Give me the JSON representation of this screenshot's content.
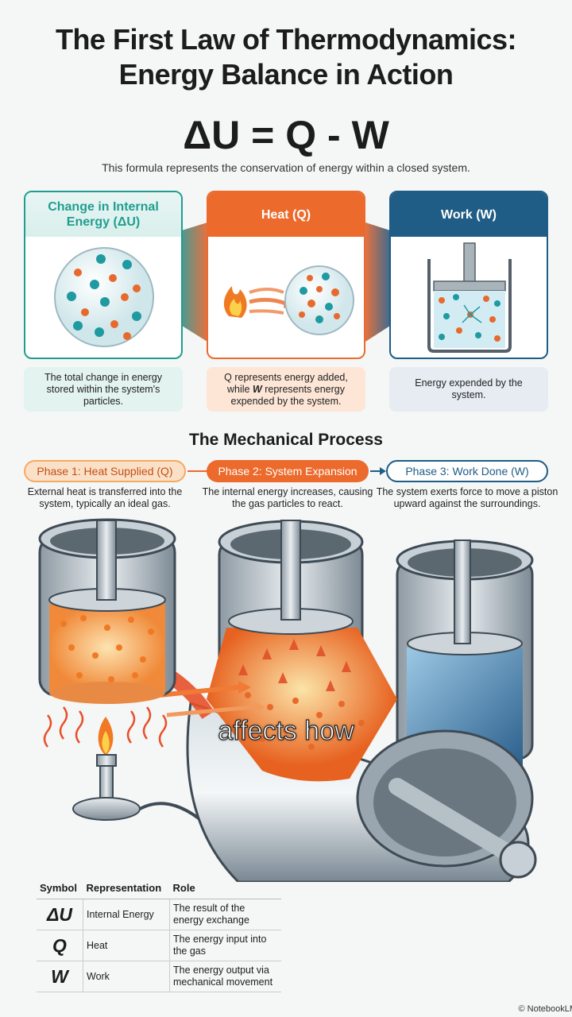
{
  "title_line1": "The First Law of Thermodynamics:",
  "title_line2": "Energy Balance in Action",
  "formula": "ΔU = Q - W",
  "caption": "This formula represents the conservation of energy within a closed system.",
  "cards": [
    {
      "title": "Change in Internal Energy (ΔU)",
      "note": "The total change in energy stored within the system's particles.",
      "color": "#1f9e8f"
    },
    {
      "title": "Heat (Q)",
      "note_pre": "Q represents energy added, while ",
      "note_var": "W",
      "note_post": " represents energy expended by the system.",
      "color": "#ec6a2c"
    },
    {
      "title": "Work (W)",
      "note": "Energy expended by the system.",
      "color": "#1f5c86"
    }
  ],
  "mechanical_title": "The Mechanical Process",
  "phases": [
    {
      "label": "Phase 1: Heat Supplied (Q)",
      "desc": "External heat is transferred into the system, typically an ideal gas."
    },
    {
      "label": "Phase 2: System Expansion",
      "desc": "The internal energy increases, causing the gas particles to react."
    },
    {
      "label": "Phase 3: Work Done (W)",
      "desc": "The system exerts force to move a piston upward against the surroundings."
    }
  ],
  "subtitle": "affects how",
  "table": {
    "headers": [
      "Symbol",
      "Representation",
      "Role"
    ],
    "rows": [
      {
        "symbol": "ΔU",
        "representation": "Internal Energy",
        "role": "The result of the energy exchange"
      },
      {
        "symbol": "Q",
        "representation": "Heat",
        "role": "The energy input into the gas"
      },
      {
        "symbol": "W",
        "representation": "Work",
        "role": "The energy output via mechanical movement"
      }
    ]
  },
  "credit": "© NotebookLM",
  "colors": {
    "teal": "#1f9e8f",
    "orange": "#ec6a2c",
    "navy": "#1f5c86",
    "phase1_fill": "#f5a962",
    "phase2_fill": "#ec6a2c",
    "phase3_fill": "#1f5c86"
  }
}
